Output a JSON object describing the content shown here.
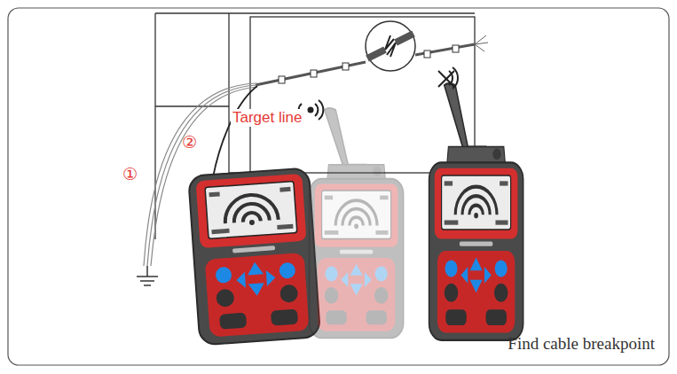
{
  "diagram": {
    "caption": "Find cable breakpoint",
    "labels": [
      "Target line",
      "①",
      "②"
    ]
  }
}
